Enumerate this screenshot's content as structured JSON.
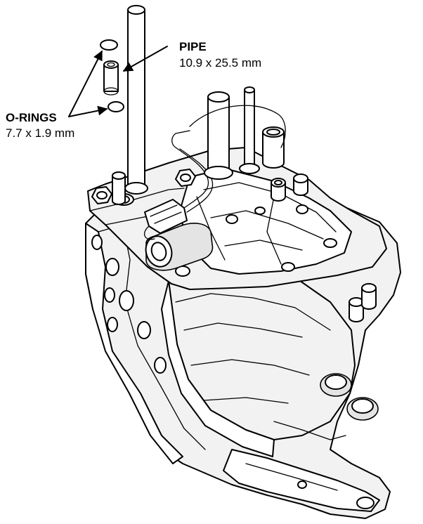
{
  "callouts": {
    "pipe": {
      "title": "PIPE",
      "value": "10.9 x 25.5 mm"
    },
    "o_rings": {
      "title": "O-RINGS",
      "value": "7.7 x 1.9 mm"
    }
  },
  "icons": {
    "assembly": "valve-body-assembly-illustration",
    "pipe": "pipe-illustration",
    "o_ring": "o-ring-illustration",
    "arrow": "leader-arrow"
  }
}
